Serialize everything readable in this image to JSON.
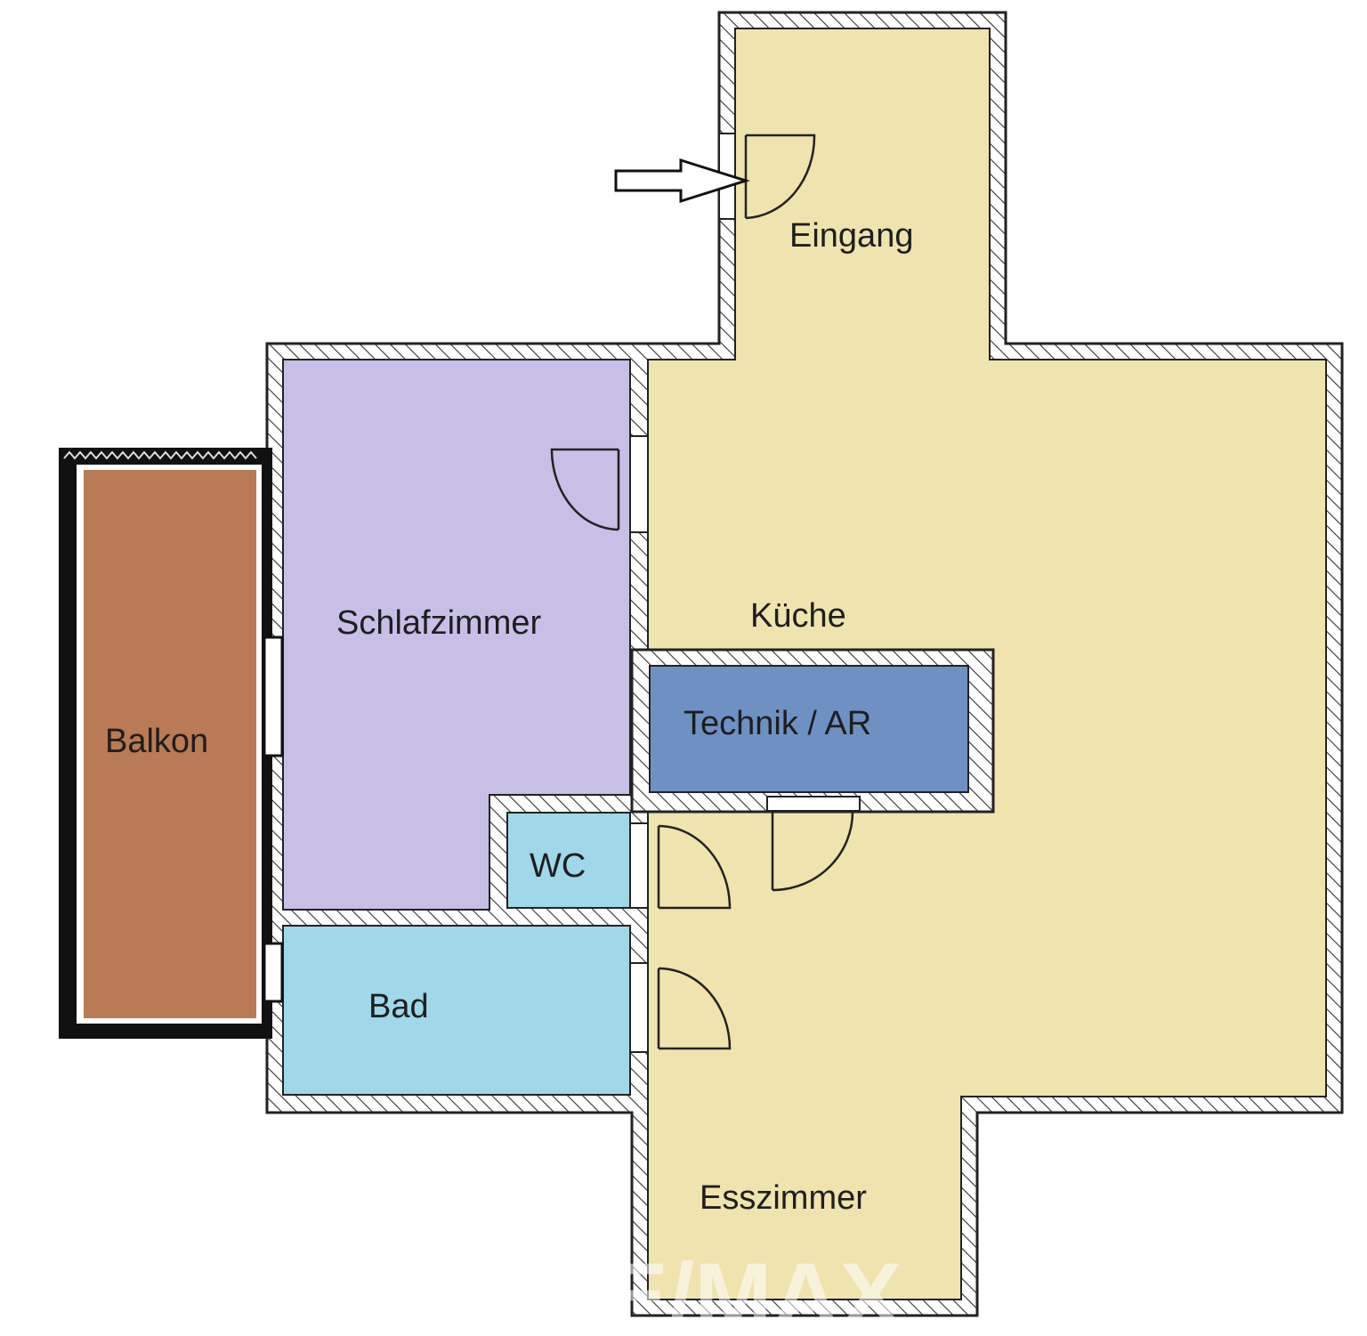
{
  "rooms": {
    "eingang": "Eingang",
    "kueche": "Küche",
    "esszimmer": "Esszimmer",
    "schlafzimmer": "Schlafzimmer",
    "technik": "Technik / AR",
    "wc": "WC",
    "bad": "Bad",
    "balkon": "Balkon"
  },
  "watermark": "RE/MAX",
  "colors": {
    "living": "#efe3ae",
    "bedroom": "#c8bfe6",
    "technik": "#6f90c2",
    "wet": "#9fd8e8",
    "balcony": "#b97a55"
  },
  "icons": {
    "entrance": "entrance-arrow-icon"
  }
}
